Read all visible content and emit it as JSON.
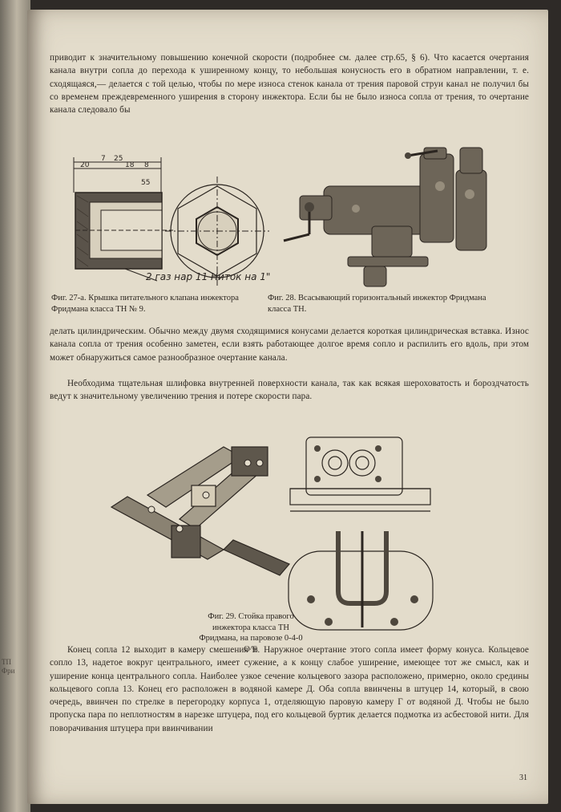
{
  "paragraphs": {
    "p1": "приводит к значительному повышению конечной скорости (подробнее см. далее стр.65, § 6). Что касается очертания канала внутри сопла до перехода к уширенному концу, то небольшая конусность его в обратном направлении, т. е. сходящаяся,— делается с той целью, чтобы по мере износа стенок канала от трения паровой струи канал не получил бы со временем преждевременного уширения в сторону инжектора. Если бы не было износа сопла от трения, то очертание канала следовало бы",
    "p2": "делать цилиндрическим. Обычно между двумя сходящимися конусами делается короткая цилиндрическая вставка. Износ канала сопла от трения особенно заметен, если взять работающее долгое время сопло и распилить его вдоль, при этом может обнаружиться самое разнообразное очертание канала.",
    "p3": "Необходима тщательная шлифовка внутренней поверхности канала, так как всякая шероховатость и бороздчатость ведут к значительному увеличению трения и потере скорости пара.",
    "p4": "Конец сопла 12 выходит в камеру смешения Е. Наружное очертание этого сопла имеет форму конуса. Кольцевое сопло 13, надетое вокруг центрального, имеет сужение, а к концу слабое уширение, имеющее тот же смысл, как и уширение конца центрального сопла. Наиболее узкое сечение кольцевого зазора расположено, примерно, около средины кольцевого сопла 13. Конец его расположен в водяной камере Д. Оба сопла ввинчены в штуцер 14, который, в свою очередь, ввинчен по стрелке в перегородку корпуса 1, отделяющую паровую камеру Г от водяной Д. Чтобы не было пропуска пара по неплотностям в нарезке штуцера, под его кольцевой буртик делается подмотка из асбестовой нити. Для поворачивания штуцера при ввинчивании"
  },
  "captions": {
    "fig27": "Фиг. 27-а. Крышка питательного клапана инжектора Фридмана класса ТН № 9.",
    "fig28": "Фиг. 28. Всасывающий горизонтальный инжектор Фридмана класса ТН.",
    "fig29": "Фиг. 29. Стойка правого инжектора класса ТН Фридмана, на паровозе 0-4-0 О^в"
  },
  "fig27": {
    "note": "2 газ нар 11 Ниток на 1\"",
    "dims": [
      "20",
      "7",
      "18",
      "8",
      "25",
      "55"
    ]
  },
  "page_number": "31",
  "left_strip": "ТП Фри"
}
